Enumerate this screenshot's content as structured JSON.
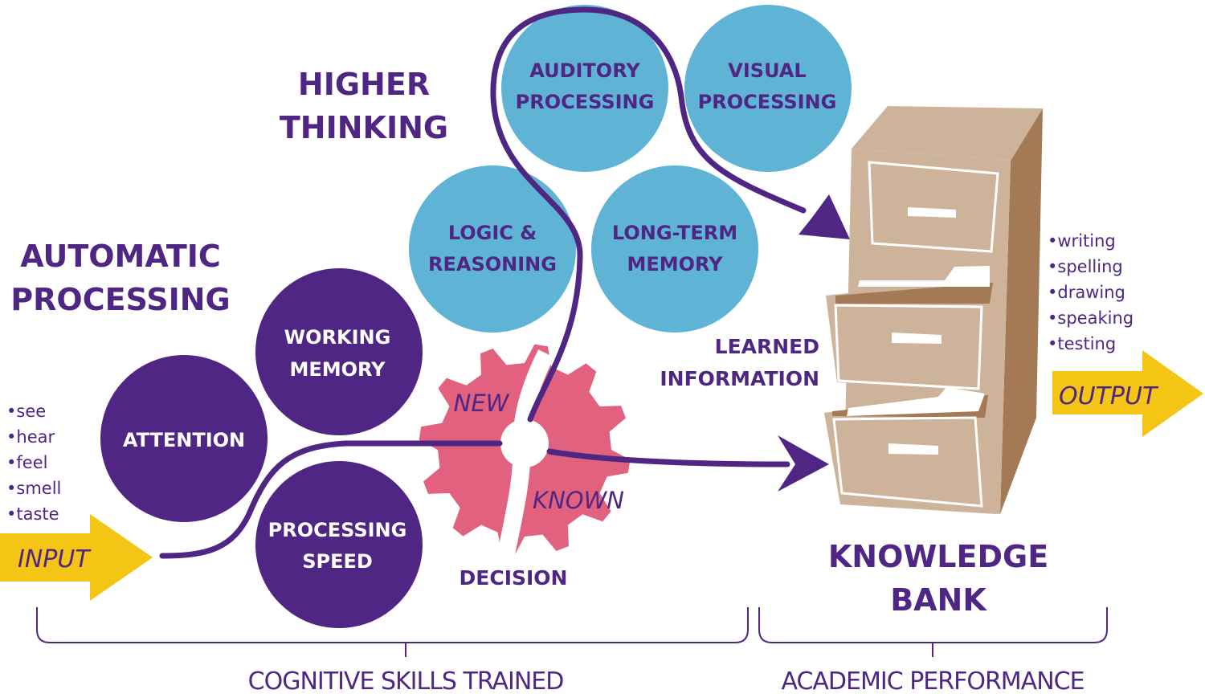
{
  "colors": {
    "purple": "#4f2683",
    "blue": "#5fb3d5",
    "pink": "#e2617e",
    "yellow": "#f5c515",
    "cabinet_light": "#ceb39b",
    "cabinet_dark": "#a47a56",
    "white": "#ffffff"
  },
  "headings": {
    "automatic_line1": "AUTOMATIC",
    "automatic_line2": "PROCESSING",
    "higher_line1": "HIGHER",
    "higher_line2": "THINKING",
    "learned_line1": "LEARNED",
    "learned_line2": "INFORMATION",
    "knowledge_line1": "KNOWLEDGE",
    "knowledge_line2": "BANK",
    "decision": "DECISION"
  },
  "circles": {
    "attention": [
      "ATTENTION"
    ],
    "working_memory": [
      "WORKING",
      "MEMORY"
    ],
    "processing_speed": [
      "PROCESSING",
      "SPEED"
    ],
    "logic_reasoning": [
      "LOGIC &",
      "REASONING"
    ],
    "long_term_memory": [
      "LONG-TERM",
      "MEMORY"
    ],
    "auditory_processing": [
      "AUDITORY",
      "PROCESSING"
    ],
    "visual_processing": [
      "VISUAL",
      "PROCESSING"
    ]
  },
  "gear": {
    "new_label": "NEW",
    "known_label": "KNOWN"
  },
  "input": {
    "label": "INPUT",
    "senses": [
      "•see",
      "•hear",
      "•feel",
      "•smell",
      "•taste"
    ]
  },
  "output": {
    "label": "OUTPUT",
    "skills": [
      "•writing",
      "•spelling",
      "•drawing",
      "•speaking",
      "•testing"
    ]
  },
  "footer": {
    "left_label": "COGNITIVE SKILLS TRAINED",
    "right_label": "ACADEMIC PERFORMANCE"
  }
}
